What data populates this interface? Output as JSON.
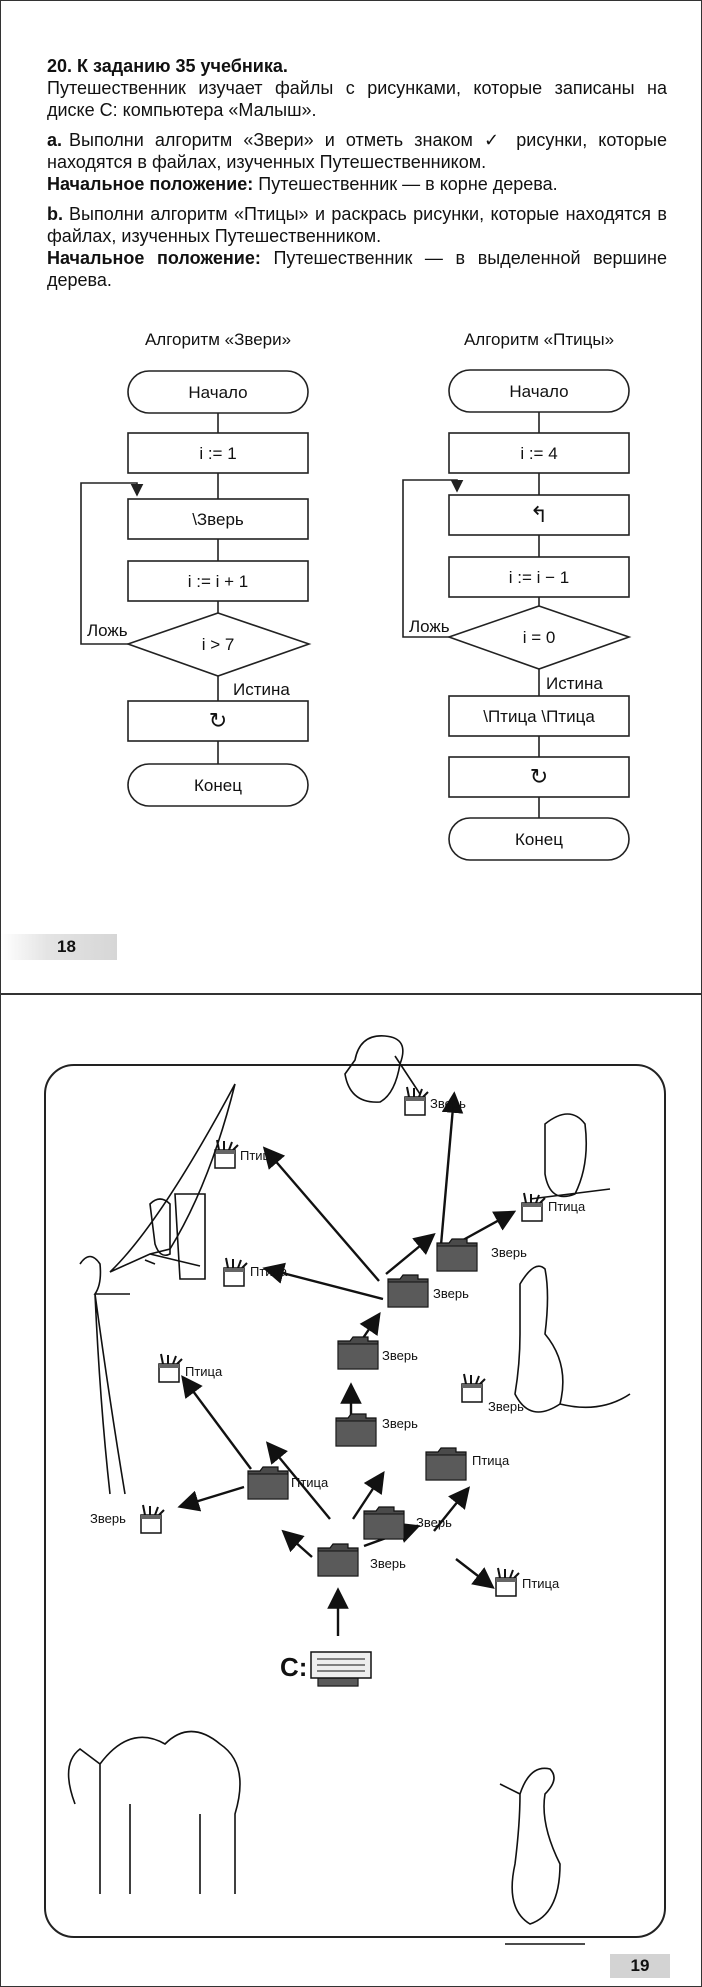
{
  "task": {
    "number": "20.",
    "heading": "К заданию 35 учебника.",
    "intro": "Путешественник изучает файлы с рисунками, которые записаны на диске С: компьютера «Малыш».",
    "a_label": "a.",
    "a_text": "Выполни алгоритм «Звери» и отметь знаком ✓ рисунки, которые находятся в файлах, изученных Путешественником.",
    "a_pos_label": "Начальное положение:",
    "a_pos_text": "Путешественник — в корне дерева.",
    "b_label": "b.",
    "b_text": "Выполни алгоритм «Птицы» и раскрась рисунки, которые находятся в файлах, изученных Путешественником.",
    "b_pos_label": "Начальное положение:",
    "b_pos_text": "Путешественник — в выделенной вершине дерева."
  },
  "algo1": {
    "title": "Алгоритм «Звери»",
    "start": "Начало",
    "step1": "i := 1",
    "step2": "\\Зверь",
    "step3": "i := i + 1",
    "cond": "i > 7",
    "no": "Ложь",
    "yes": "Истина",
    "step4": "↻",
    "end": "Конец"
  },
  "algo2": {
    "title": "Алгоритм «Птицы»",
    "start": "Начало",
    "step1": "i := 4",
    "step2": "↰",
    "step3": "i := i − 1",
    "cond": "i = 0",
    "no": "Ложь",
    "yes": "Истина",
    "step4": "\\Птица \\Птица",
    "step5": "↻",
    "end": "Конец"
  },
  "page_numbers": {
    "left": "18",
    "right": "19"
  },
  "tree": {
    "root_label": "C:",
    "file_bird": "Птица",
    "file_beast": "Зверь"
  }
}
